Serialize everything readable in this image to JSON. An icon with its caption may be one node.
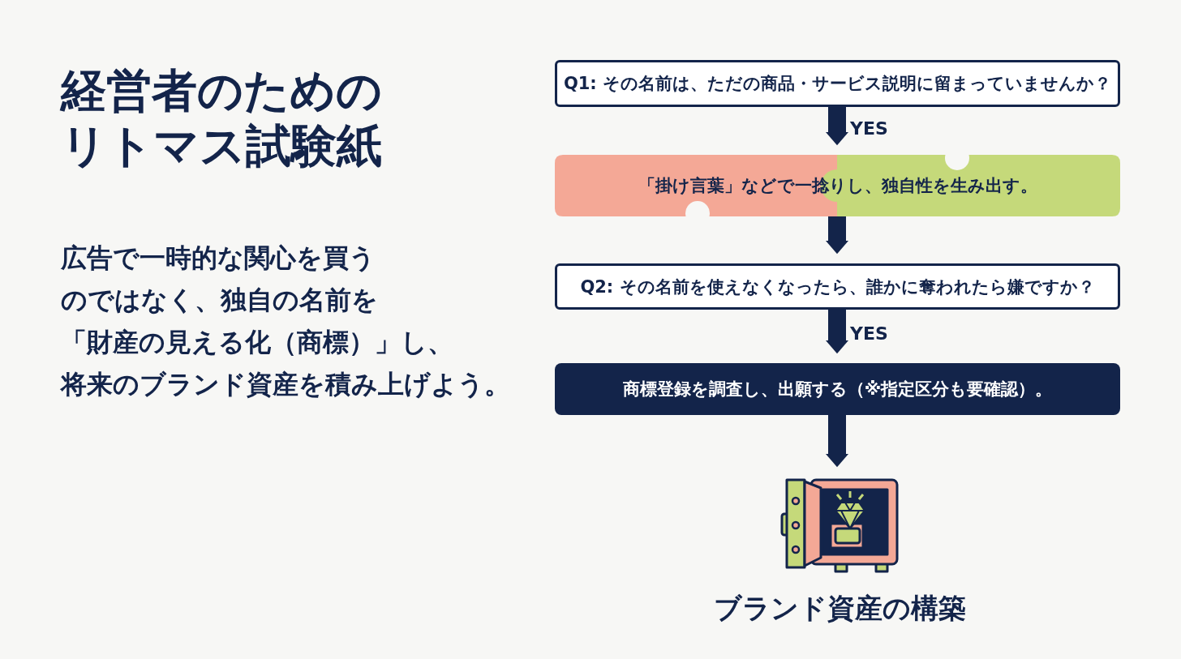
{
  "diagram": {
    "title": "経営者のためのリトマス試験紙",
    "nodes": [
      {
        "text": [
          "Q1: その名前は、ただの商品・サービス説明に留まっていませんか？"
        ]
      },
      {
        "text": [
          "「掛け言葉」などで一捻りし、独自性を生み出す。"
        ]
      },
      {
        "text": [
          "Q2: その名前を使えなくなったら、誰かに奪われたら嫌ですか？"
        ]
      },
      {
        "text": [
          "商標登録を調査し、出願する（※指定区分も要確認）。"
        ]
      },
      {
        "text": [
          "ブランド資産の構築"
        ]
      }
    ],
    "edges": [
      {
        "from": 0,
        "to": 1,
        "arrow": "to",
        "label": "YES"
      },
      {
        "from": 1,
        "to": 2,
        "arrow": "to"
      },
      {
        "from": 2,
        "to": 3,
        "arrow": "to",
        "label": "YES"
      },
      {
        "from": 3,
        "to": 4,
        "arrow": "to"
      }
    ],
    "labels": [
      "広告で一時的な関心を買うのではなく、独自の名前を「財産の見える化（商標）」し、将来のブランド資産を積み上げよう。"
    ]
  }
}
